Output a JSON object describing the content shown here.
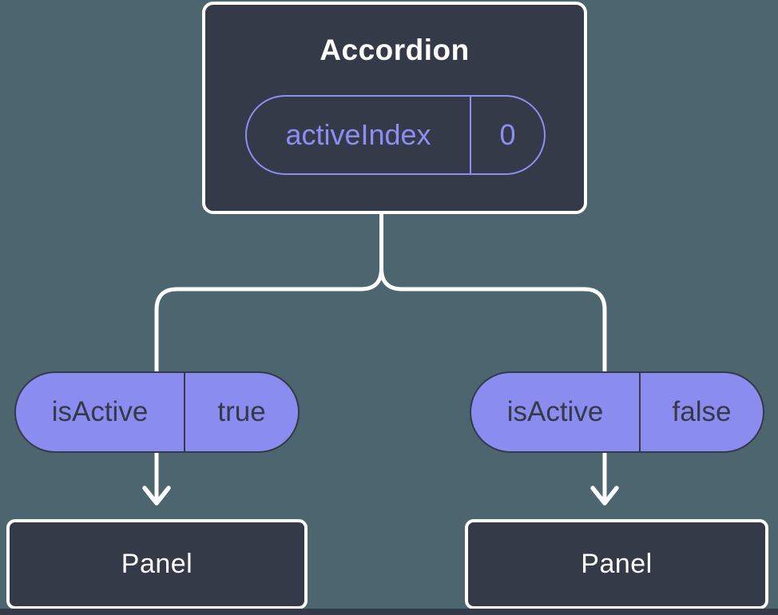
{
  "diagram": {
    "root": {
      "title": "Accordion",
      "state": {
        "name": "activeIndex",
        "value": "0"
      }
    },
    "children": [
      {
        "prop": {
          "name": "isActive",
          "value": "true"
        },
        "child_label": "Panel"
      },
      {
        "prop": {
          "name": "isActive",
          "value": "false"
        },
        "child_label": "Panel"
      }
    ],
    "colors": {
      "background": "#4C656E",
      "node_fill": "#343A48",
      "node_border": "#FFFFFF",
      "pill_fill": "#8A8DEF",
      "pill_outline": "#8C8EF2",
      "connector": "#FFFFFF",
      "dark_text": "#343A48",
      "light_text": "#FFFFFF"
    }
  }
}
